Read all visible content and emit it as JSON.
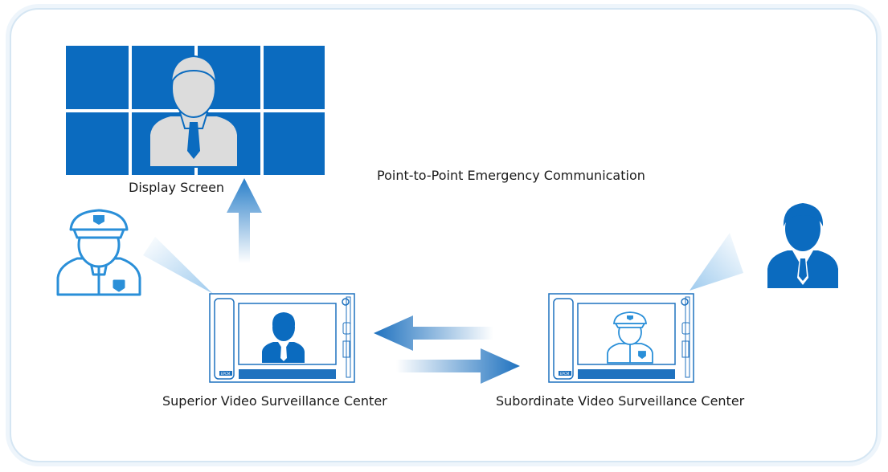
{
  "labels": {
    "display_screen": "Display Screen",
    "emergency": "Point-to-Point Emergency Communication",
    "superior": "Superior Video Surveillance Center",
    "subordinate": "Subordinate Video Surveillance Center"
  },
  "device_brand": "EPCM",
  "colors": {
    "primary_blue": "#0b6bbf",
    "light_blue": "#2a8fd8",
    "beam": "#b9d9f2",
    "frame_border": "#d5e6f3"
  }
}
